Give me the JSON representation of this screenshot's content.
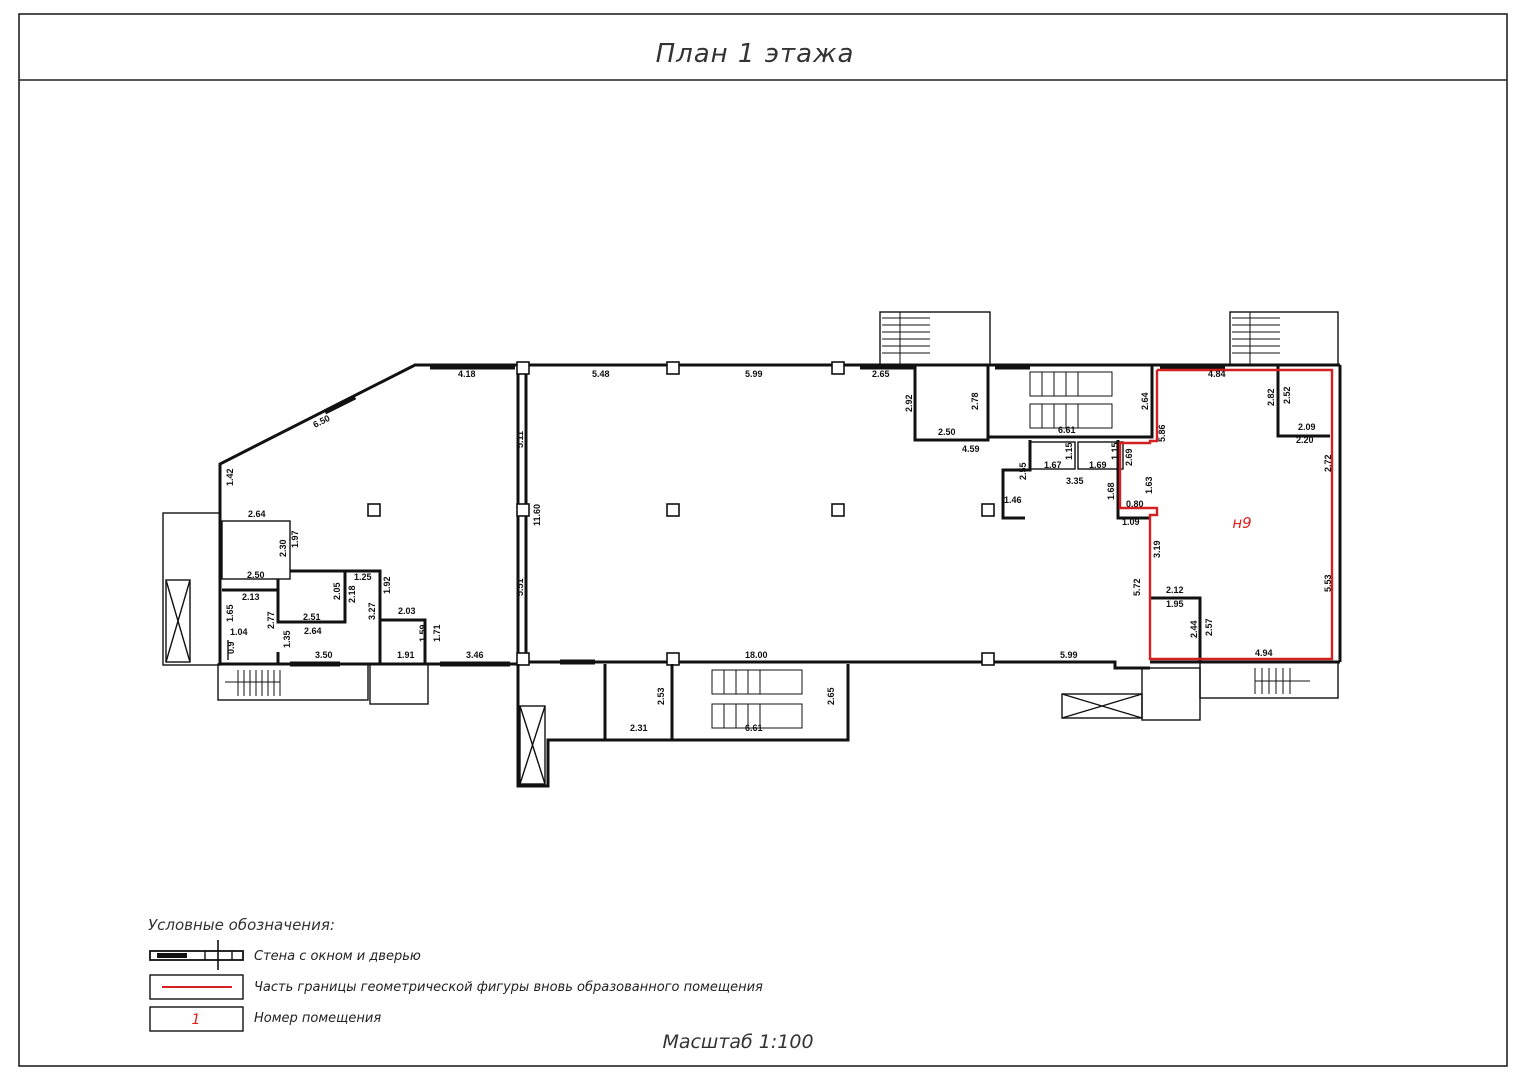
{
  "title": "План 1 этажа",
  "scale": "Масштаб 1:100",
  "legend": {
    "heading": "Условные обозначения:",
    "items": [
      {
        "symbol": "wall",
        "text": "Стена с окном и дверью"
      },
      {
        "symbol": "red-line",
        "text": "Часть границы геометрической фигуры вновь образованного помещения"
      },
      {
        "symbol": "number",
        "sample": "1",
        "text": "Номер помещения"
      }
    ]
  },
  "room_label": "н9",
  "colors": {
    "wall": "#111111",
    "highlight": "#d42020",
    "frame": "#222222"
  },
  "dimensions": [
    {
      "id": "d1",
      "text": "4.18"
    },
    {
      "id": "d2",
      "text": "5.48"
    },
    {
      "id": "d3",
      "text": "5.99"
    },
    {
      "id": "d4",
      "text": "2.65"
    },
    {
      "id": "d5",
      "text": "6.50"
    },
    {
      "id": "d6",
      "text": "1.42"
    },
    {
      "id": "d7",
      "text": "2.64"
    },
    {
      "id": "d8",
      "text": "2.30"
    },
    {
      "id": "d9",
      "text": "1.97"
    },
    {
      "id": "d10",
      "text": "2.50"
    },
    {
      "id": "d11",
      "text": "2.13"
    },
    {
      "id": "d12",
      "text": "1.65"
    },
    {
      "id": "d13",
      "text": "1.04"
    },
    {
      "id": "d14",
      "text": "0.9"
    },
    {
      "id": "d15",
      "text": "2.77"
    },
    {
      "id": "d16",
      "text": "1.35"
    },
    {
      "id": "d17",
      "text": "2.51"
    },
    {
      "id": "d18",
      "text": "2.64"
    },
    {
      "id": "d19",
      "text": "2.05"
    },
    {
      "id": "d20",
      "text": "2.18"
    },
    {
      "id": "d21",
      "text": "1.25"
    },
    {
      "id": "d22",
      "text": "1.92"
    },
    {
      "id": "d23",
      "text": "3.27"
    },
    {
      "id": "d24",
      "text": "2.03"
    },
    {
      "id": "d25",
      "text": "1.59"
    },
    {
      "id": "d26",
      "text": "1.71"
    },
    {
      "id": "d27",
      "text": "3.50"
    },
    {
      "id": "d28",
      "text": "1.91"
    },
    {
      "id": "d29",
      "text": "3.46"
    },
    {
      "id": "d30",
      "text": "5.11"
    },
    {
      "id": "d31",
      "text": "11.60"
    },
    {
      "id": "d32",
      "text": "5.51"
    },
    {
      "id": "d33",
      "text": "18.00"
    },
    {
      "id": "d34",
      "text": "5.99"
    },
    {
      "id": "d35",
      "text": "2.53"
    },
    {
      "id": "d36",
      "text": "2.31"
    },
    {
      "id": "d37",
      "text": "6.61"
    },
    {
      "id": "d38",
      "text": "2.65"
    },
    {
      "id": "d39",
      "text": "2.92"
    },
    {
      "id": "d40",
      "text": "2.78"
    },
    {
      "id": "d41",
      "text": "2.50"
    },
    {
      "id": "d42",
      "text": "4.59"
    },
    {
      "id": "d43",
      "text": "6.61"
    },
    {
      "id": "d44",
      "text": "2.64"
    },
    {
      "id": "d45",
      "text": "2.55"
    },
    {
      "id": "d46",
      "text": "1.67"
    },
    {
      "id": "d47",
      "text": "1.15"
    },
    {
      "id": "d48",
      "text": "1.69"
    },
    {
      "id": "d49",
      "text": "1.15"
    },
    {
      "id": "d50",
      "text": "3.35"
    },
    {
      "id": "d51",
      "text": "1.68"
    },
    {
      "id": "d52",
      "text": "1.46"
    },
    {
      "id": "d53",
      "text": "2.69"
    },
    {
      "id": "d54",
      "text": "5.86"
    },
    {
      "id": "d55",
      "text": "1.63"
    },
    {
      "id": "d56",
      "text": "0.80"
    },
    {
      "id": "d57",
      "text": "1.09"
    },
    {
      "id": "d58",
      "text": "3.19"
    },
    {
      "id": "d59",
      "text": "5.72"
    },
    {
      "id": "d60",
      "text": "4.84"
    },
    {
      "id": "d61",
      "text": "2.82"
    },
    {
      "id": "d62",
      "text": "2.52"
    },
    {
      "id": "d63",
      "text": "2.09"
    },
    {
      "id": "d64",
      "text": "2.20"
    },
    {
      "id": "d65",
      "text": "2.72"
    },
    {
      "id": "d66",
      "text": "5.53"
    },
    {
      "id": "d67",
      "text": "2.12"
    },
    {
      "id": "d68",
      "text": "1.95"
    },
    {
      "id": "d69",
      "text": "2.44"
    },
    {
      "id": "d70",
      "text": "2.57"
    },
    {
      "id": "d71",
      "text": "4.94"
    }
  ]
}
